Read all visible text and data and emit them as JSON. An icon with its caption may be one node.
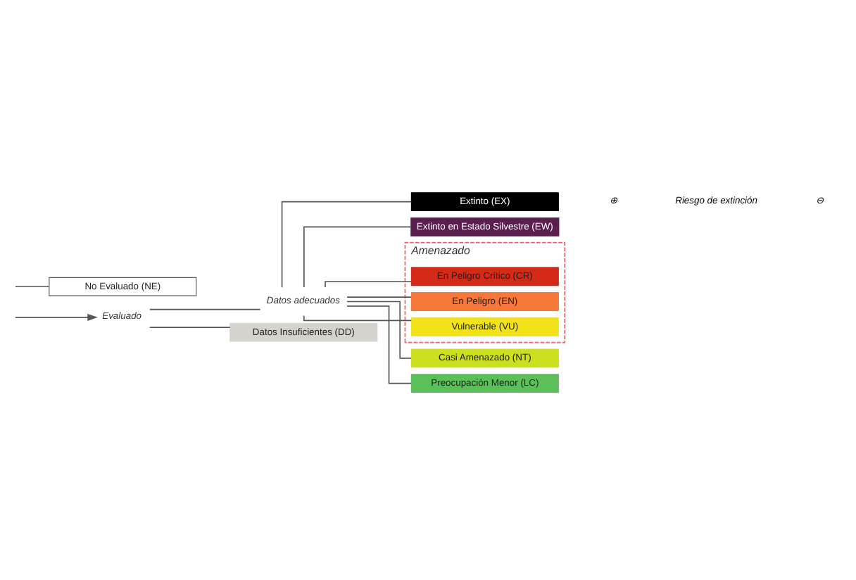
{
  "diagram": {
    "nodes": [
      {
        "text": [
          "Evaluado"
        ]
      },
      {
        "text": [
          "Datos adecuados"
        ]
      },
      {
        "text": [
          "Extinto (EX)"
        ]
      },
      {
        "text": [
          "Extinto en Estado Silvestre (EW)"
        ]
      },
      {
        "text": [
          "Amenazado"
        ]
      },
      {
        "text": [
          "En Peligro Crítico (CR)"
        ],
        "in": 4
      },
      {
        "text": [
          "En Peligro (EN)"
        ],
        "in": 4
      },
      {
        "text": [
          "Vulnerable (VU)"
        ],
        "in": 4
      },
      {
        "text": [
          "Casi Amenazado (NT)"
        ]
      },
      {
        "text": [
          "Preocupación Menor (LC)"
        ]
      },
      {
        "text": [
          "Datos Insuficientes (DD)"
        ]
      },
      {
        "text": [
          "No Evaluado (NE)"
        ]
      }
    ],
    "edges": [
      {
        "from": null,
        "to": 0,
        "arrow": "to"
      },
      {
        "from": 0,
        "to": 1,
        "arrow": "none"
      },
      {
        "from": 1,
        "to": 2,
        "arrow": "none"
      },
      {
        "from": 1,
        "to": 3,
        "arrow": "none"
      },
      {
        "from": 1,
        "to": 5,
        "arrow": "none"
      },
      {
        "from": 1,
        "to": 6,
        "arrow": "none"
      },
      {
        "from": 1,
        "to": 7,
        "arrow": "none"
      },
      {
        "from": 1,
        "to": 8,
        "arrow": "none"
      },
      {
        "from": 1,
        "to": 9,
        "arrow": "none"
      },
      {
        "from": 0,
        "to": 10,
        "arrow": "none"
      },
      {
        "from": null,
        "to": 11,
        "arrow": "none"
      }
    ],
    "labels": [
      "⊕",
      "Riesgo de extinción",
      "⊖"
    ]
  }
}
